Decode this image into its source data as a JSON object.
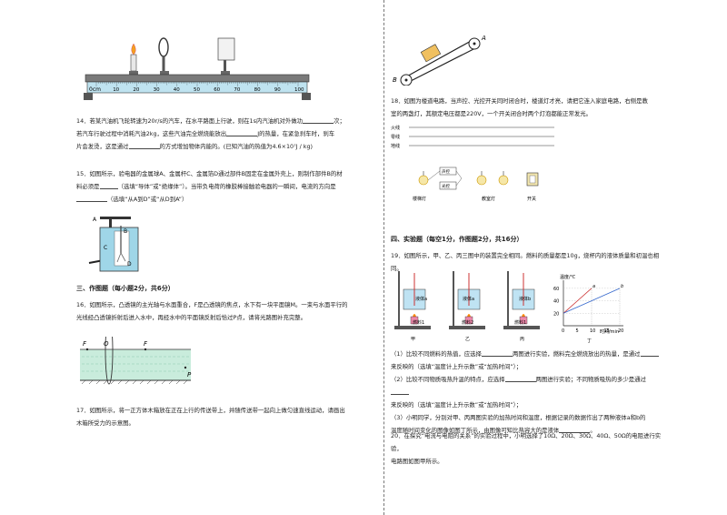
{
  "ruler": {
    "unit_label": "0cm",
    "ticks": [
      "10",
      "20",
      "30",
      "40",
      "50",
      "60",
      "70",
      "80",
      "90",
      "100"
    ]
  },
  "q14": {
    "line1_a": "14．若某汽油机飞轮转速为",
    "speed": "20r/s",
    "line1_b": "的汽车，在水平路面上行驶，则在",
    "time": "1s",
    "line1_c": "内汽油机对外做功",
    "line1_d": "次；",
    "line2_a": "若汽车行驶过程中消耗汽油",
    "mass": "2kg",
    "line2_b": "，这些汽油完全燃烧能放出",
    "line2_c": "J的热量，在紧急刹车时，刹车",
    "line3_a": "片会发烫，这是通过",
    "line3_b": "的方式增加物体内能的。(已知汽油的热值为",
    "heat_value": "4.6×10⁷J / kg",
    "line3_c": ")"
  },
  "q15": {
    "line1": "15．如图所示，验电器的金属球A、金属杆C、金属箔D通过部件B固定在金属外壳上，则制作部件B的材",
    "line2_a": "料必须是",
    "line2_b": "（选填“导体”或“绝缘体”）。当带负电荷的橡胶棒接触验电器的一瞬间，电流的方向是",
    "line3": "（选填“从A到D”或“从D到A”）",
    "labels": [
      "A",
      "B",
      "C",
      "D"
    ]
  },
  "sec3": {
    "title": "三、作图题（每小题2分，共6分）"
  },
  "q16": {
    "line1": "16．如图所示，凸透镜的主光轴与水面重合，F是凸透镜的焦点，水下有一块平面镜M。一束与水面平行的",
    "line2": "光线经凸透镜折射后进入水中，再经水中的平面镜反射后恰过P点，请将光路图补充完整。",
    "labels": {
      "F": "F",
      "O": "O",
      "P": "P"
    }
  },
  "q17": {
    "line1": "17．如图所示，将一正方体木箱放在正在上行的传送带上，并随传送带一起向上做匀速直线运动，请画出",
    "line2": "木箱所受力的示意图。",
    "labels": {
      "A": "A",
      "B": "B"
    }
  },
  "q18": {
    "line1": "18．如图为楼道电路，当声控、光控开关同时闭合时，楼道灯才亮，请把它连入家庭电路，右侧是教",
    "line2_a": "室的两盏灯，其额定电压都是",
    "voltage": "220V",
    "line2_b": "，一个开关闭合时两个灯泡都能正常发光。",
    "wires": [
      "火线",
      "零线",
      "地线"
    ],
    "switches": [
      "声控",
      "光控"
    ],
    "captions": [
      "楼梯灯",
      "教室灯",
      "开关"
    ]
  },
  "sec4": {
    "title": "四、实验题（每空1分，作图题2分，共16分）"
  },
  "q19": {
    "line1_a": "19．如图所示，甲、乙、丙三图中的装置完全相同。燃料的质量都是",
    "mass": "10g",
    "line1_b": "，烧杯内的液体质量和初温也相同。",
    "beakers": [
      "液体a",
      "液体a",
      "液体b"
    ],
    "fuels": [
      "燃料1",
      "燃料2",
      "燃料1"
    ],
    "fig_labels": [
      "甲",
      "乙",
      "丙",
      "丁"
    ],
    "sub1_a": "（1）比较不同燃料的热值，应选择",
    "sub1_b": "两图进行实验，燃料完全燃烧放出的热量，是通过",
    "sub1_c": "来反映的（选填“温度计上升示数”或“加热时间”）；",
    "sub2_a": "（2）比较不同物质吸热升温的特点，应选择",
    "sub2_b": "两图进行实验；不同物质吸热的多少是通过",
    "sub2_c": "来反映的（选填“温度计上升示数”或“加热时间”）；",
    "sub3_1": "（3）小明同学，分别对甲、丙两图实验的加热时间和温度，根据记录的数据作出了两种液体a和b的",
    "sub3_2_a": "温度随时间变化的图像如图丁所示，由图像可知比热容大的是液体",
    "sub3_2_b": "。"
  },
  "q20": {
    "line1": "20．在探究“电流与电阻的关系”的实验过程中，小明选择了10Ω、20Ω、30Ω、40Ω、50Ω的电阻进行实验，",
    "line2": "电路图如图甲所示。"
  },
  "chart_data": {
    "type": "line",
    "ylabel": "温度/℃",
    "xlabel": "时间/min",
    "x_ticks": [
      "0",
      "5",
      "10",
      "15",
      "20"
    ],
    "y_ticks": [
      "20",
      "40",
      "60"
    ],
    "series": [
      {
        "name": "a",
        "x": [
          0,
          10
        ],
        "y": [
          20,
          60
        ]
      },
      {
        "name": "b",
        "x": [
          0,
          20
        ],
        "y": [
          20,
          60
        ]
      }
    ]
  }
}
